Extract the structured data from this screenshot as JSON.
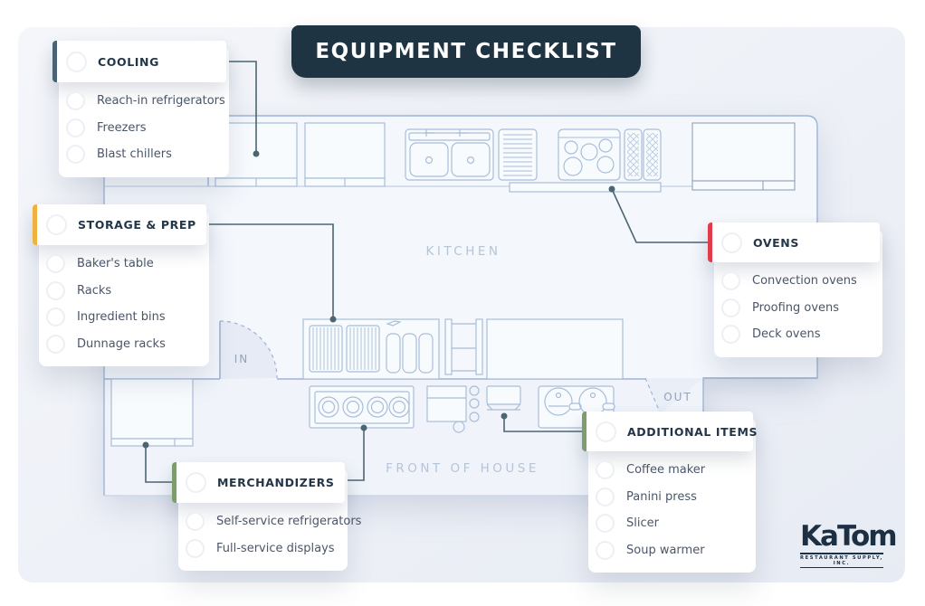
{
  "banner": {
    "title": "EQUIPMENT CHECKLIST",
    "bg_color": "#1e3443",
    "text_color": "#ffffff"
  },
  "cards": [
    {
      "id": "cooling",
      "title": "COOLING",
      "accent_color": "#4a6373",
      "items": [
        "Reach-in refrigerators",
        "Freezers",
        "Blast chillers"
      ]
    },
    {
      "id": "storage-prep",
      "title": "STORAGE & PREP",
      "accent_color": "#f0b23e",
      "items": [
        "Baker's table",
        "Racks",
        "Ingredient bins",
        "Dunnage racks"
      ]
    },
    {
      "id": "ovens",
      "title": "OVENS",
      "accent_color": "#e13c4c",
      "items": [
        "Convection ovens",
        "Proofing ovens",
        "Deck ovens"
      ]
    },
    {
      "id": "merchandizers",
      "title": "MERCHANDIZERS",
      "accent_color": "#7e9d6f",
      "items": [
        "Self-service refrigerators",
        "Full-service displays"
      ]
    },
    {
      "id": "additional-items",
      "title": "ADDITIONAL ITEMS",
      "accent_color": "#7e9d6f",
      "items": [
        "Coffee maker",
        "Panini press",
        "Slicer",
        "Soup warmer"
      ]
    }
  ],
  "floorplan": {
    "kitchen_label": "KITCHEN",
    "front_of_house_label": "FRONT OF HOUSE",
    "in_label": "IN",
    "out_label": "OUT",
    "wall_color": "#9db4d6",
    "equipment_stroke_color": "#a9bdd8",
    "floor_fill_color": "#f4f7fc",
    "connector_color": "#4c6572",
    "zone_label_color": "#b7c4d6",
    "door_label_color": "#93a4ba"
  },
  "logo": {
    "wordmark": "KaTom",
    "tagline": "RESTAURANT SUPPLY, INC."
  }
}
